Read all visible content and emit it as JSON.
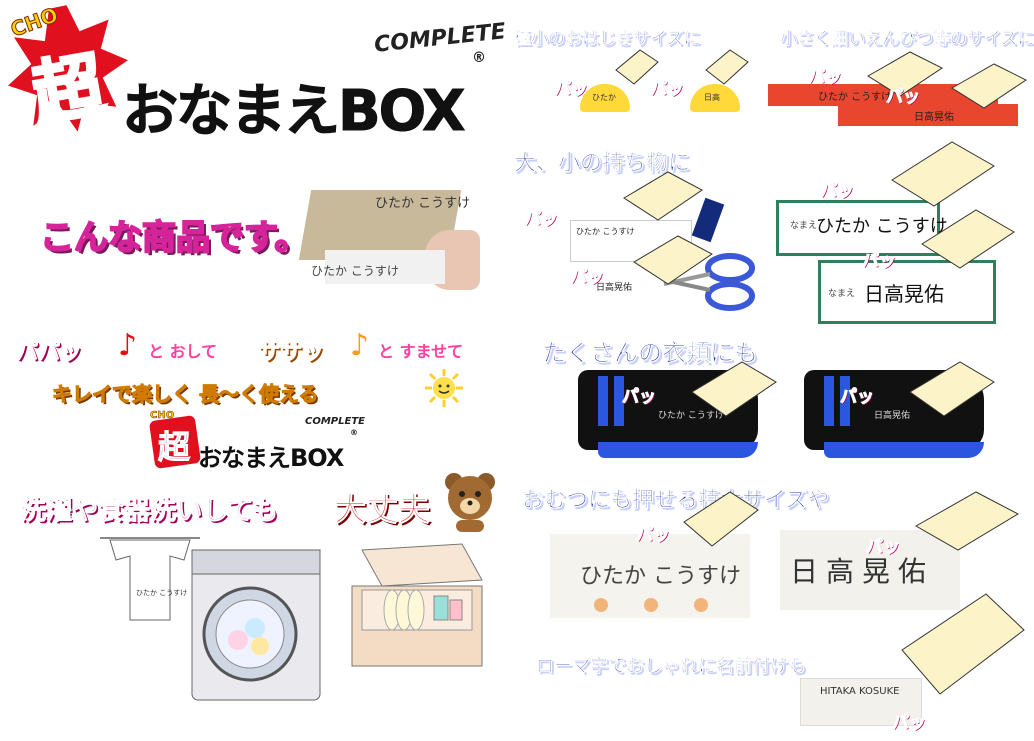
{
  "logo": {
    "cho": "CHO",
    "chou": "超",
    "complete": "COMPLETE",
    "name": "おなまえBOX",
    "reg": "®"
  },
  "intro": "こんな商品です。",
  "sample_name_kana": "ひたか こうすけ",
  "sample_name_kanji": "日高晃佑",
  "sample_name_roman": "HITAKA KOSUKE",
  "slogan": {
    "line1_a": "パパッ",
    "line1_b": "と おして",
    "line1_c": "ササッ",
    "line1_d": "と すませて",
    "line2": "キレイで楽しく 長～く使える"
  },
  "durable": {
    "text": "洗濯や食器洗いしても",
    "highlight": "大丈夫"
  },
  "sections": {
    "tiny": "極小のおはじきサイズに",
    "pencil": "小さく細いえんぴつ等のサイズに",
    "items": "大、小の持ち物に",
    "clothes": "たくさんの衣類にも",
    "diaper": "おむつにも押せる特大サイズや",
    "roman": "ローマ字でおしゃれに名前付けも"
  },
  "stamp_face": {
    "kana_short": "ひたか",
    "kanji_short": "日高",
    "kana": "ひたか こうすけ",
    "kanji": "日高晃佑",
    "roman": "HITAKA KOSUKE"
  },
  "tag_prefix": "なまえ",
  "paa": "パッ",
  "colors": {
    "pink": "#ff3fa0",
    "navy": "#1b2a8f",
    "yellow": "#ffd83a",
    "stamp": "#fdf3c8"
  }
}
